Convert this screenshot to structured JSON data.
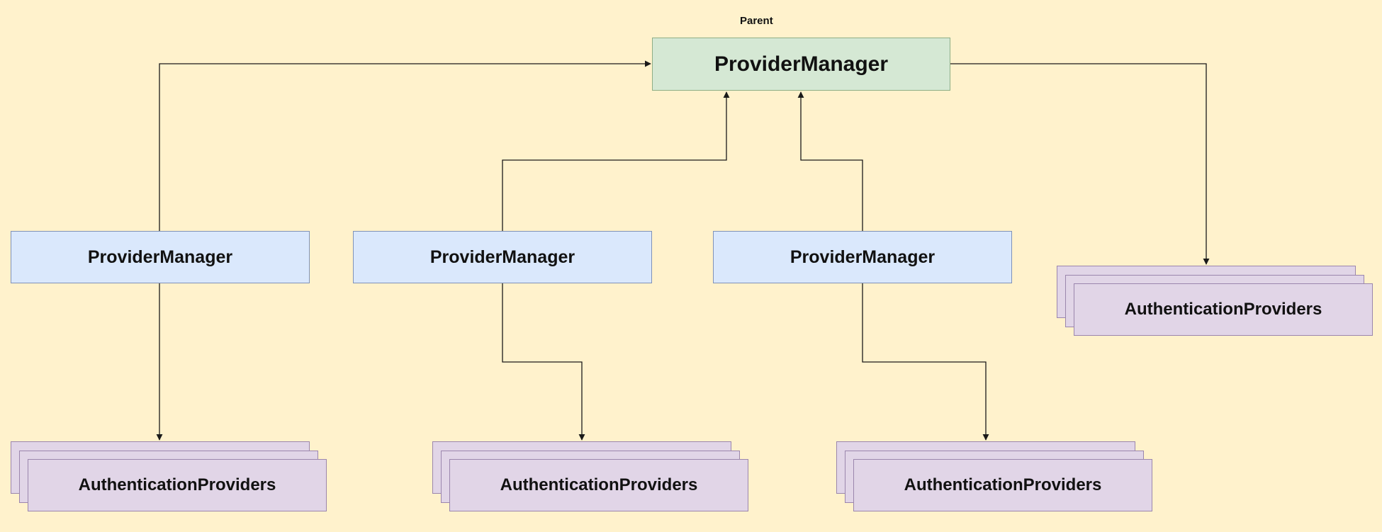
{
  "diagram": {
    "colors": {
      "background": "#fff2cc",
      "parent_fill": "#d5e8d4",
      "child_fill": "#dae8fc",
      "provider_fill": "#e1d5e7",
      "edge": "#1a1a1a"
    },
    "parent_caption": "Parent",
    "parent": {
      "label": "ProviderManager"
    },
    "children": [
      {
        "label": "ProviderManager"
      },
      {
        "label": "ProviderManager"
      },
      {
        "label": "ProviderManager"
      }
    ],
    "provider_groups": [
      {
        "label": "AuthenticationProviders"
      },
      {
        "label": "AuthenticationProviders"
      },
      {
        "label": "AuthenticationProviders"
      },
      {
        "label": "AuthenticationProviders"
      }
    ],
    "edges": [
      {
        "from": "child-1",
        "to": "parent"
      },
      {
        "from": "child-2",
        "to": "parent"
      },
      {
        "from": "child-3",
        "to": "parent"
      },
      {
        "from": "parent",
        "to": "provider-group-4"
      },
      {
        "from": "child-1",
        "to": "provider-group-1"
      },
      {
        "from": "child-2",
        "to": "provider-group-2"
      },
      {
        "from": "child-3",
        "to": "provider-group-3"
      }
    ]
  }
}
